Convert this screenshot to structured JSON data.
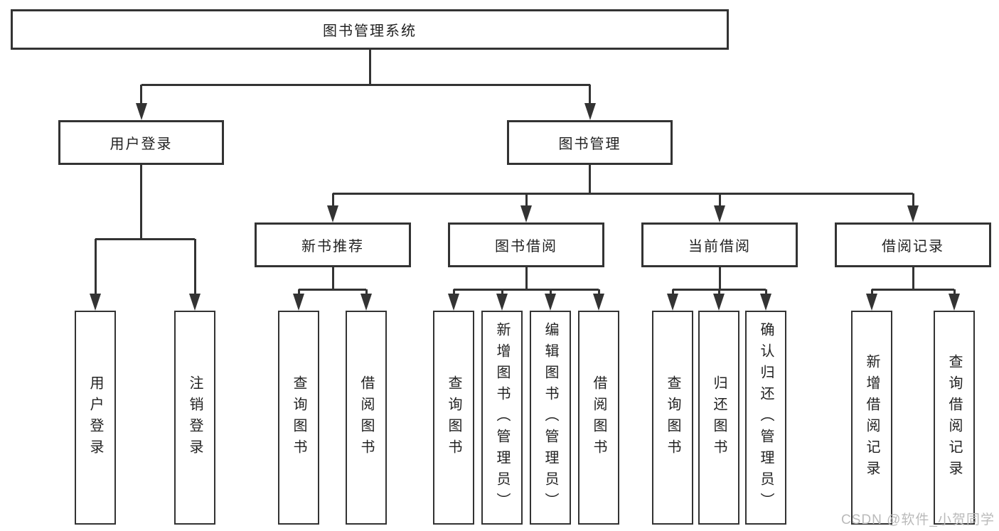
{
  "diagram": {
    "root": {
      "label": "图书管理系统"
    },
    "branches": {
      "user_login": {
        "label": "用户登录",
        "children": [
          "用户登录",
          "注销登录"
        ]
      },
      "book_management": {
        "label": "图书管理",
        "sections": {
          "new_book": {
            "label": "新书推荐",
            "children": [
              "查询图书",
              "借阅图书"
            ]
          },
          "borrow": {
            "label": "图书借阅",
            "children": [
              "查询图书",
              "新增图书（管理员）",
              "编辑图书（管理员）",
              "借阅图书"
            ]
          },
          "current": {
            "label": "当前借阅",
            "children": [
              "查询图书",
              "归还图书",
              "确认归还（管理员）"
            ]
          },
          "records": {
            "label": "借阅记录",
            "children": [
              "新增借阅记录",
              "查询借阅记录"
            ]
          }
        }
      }
    }
  },
  "watermark": {
    "text": "CSDN @软件_小贺同学"
  },
  "colors": {
    "line": "#333333",
    "box_border": "#333333",
    "text": "#222222",
    "watermark": "#bababa",
    "background": "#ffffff"
  }
}
